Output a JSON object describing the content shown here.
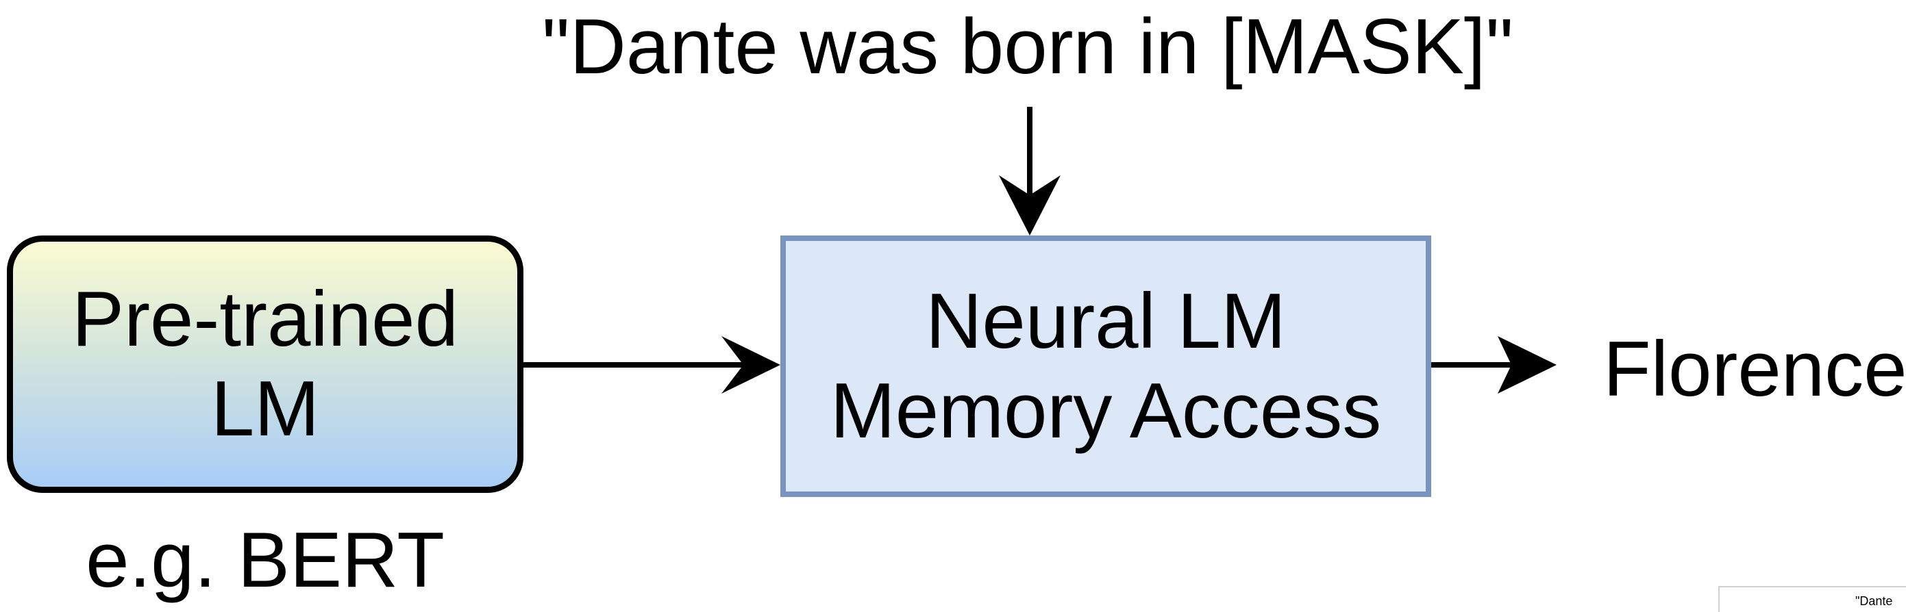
{
  "query": "\"Dante was born in [MASK]\"",
  "pretrained_box": {
    "line1": "Pre-trained",
    "line2": "LM"
  },
  "example_label": "e.g. BERT",
  "memory_box": {
    "line1": "Neural LM",
    "line2": "Memory Access"
  },
  "output": "Florence",
  "thumbnail_text": "\"Dante",
  "colors": {
    "pretrained_gradient_top": "#fbfbd2",
    "pretrained_gradient_bottom": "#a8cdf7",
    "memory_fill": "#dce7f8",
    "memory_border": "#7a94c2"
  }
}
